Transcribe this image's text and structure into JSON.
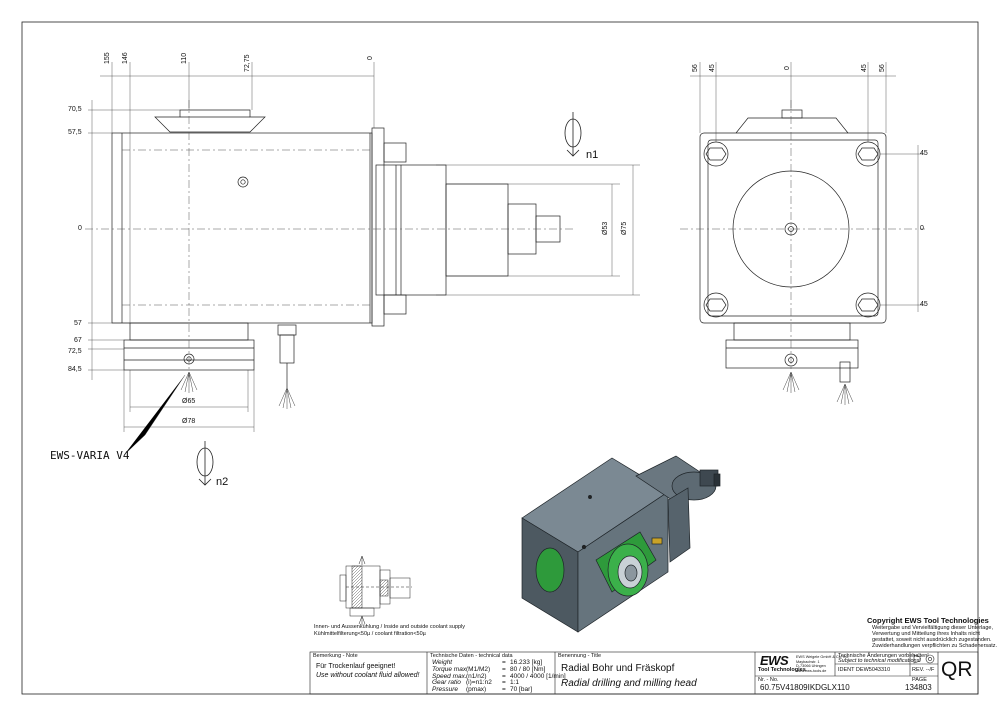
{
  "views": {
    "side": {
      "top_ticks": [
        "155",
        "146",
        "110",
        "72,75",
        "0"
      ],
      "left_ticks": [
        "70,5",
        "57,5",
        "0",
        "57",
        "67",
        "72,5",
        "84,5"
      ],
      "diameters": [
        "Ø53",
        "Ø75",
        "Ø65",
        "Ø78"
      ],
      "tool_label": "EWS-VARIA V4",
      "rotation_top": "n1",
      "rotation_bottom": "n2"
    },
    "front": {
      "top_ticks": [
        "56",
        "45",
        "0",
        "45",
        "56"
      ],
      "right_ticks": [
        "45",
        "0",
        "45"
      ]
    }
  },
  "coolant_note": {
    "line1": "Innen- und Aussenkühlung / Inside and outside coolant supply",
    "line2": "Kühlmittelfilterung<50µ / coolant filtration<50µ"
  },
  "copyright": {
    "line1": "Copyright EWS Tool Technologies",
    "lines": [
      "Weitergabe und Vervielfältigung dieser Unterlage,",
      "Verwertung und Mitteilung ihres Inhalts nicht",
      "gestattet, soweit nicht ausdrücklich zugestanden.",
      "Zuwiderhandlungen verpflichten zu Schadenersatz."
    ]
  },
  "title_block": {
    "note_header": "Bemerkung - Note",
    "note_de": "Für Trockenlauf geeignet!",
    "note_en": "Use without coolant fluid allowed!",
    "tech_header": "Technische Daten - technical data",
    "specs": [
      {
        "label": "Weight",
        "unit": "",
        "eq": "=",
        "value": "16.233 [kg]"
      },
      {
        "label": "Torque max",
        "unit": "(M1/M2)",
        "eq": "=",
        "value": "80 / 80 [Nm]"
      },
      {
        "label": "Speed max.",
        "unit": "(n1/n2)",
        "eq": "=",
        "value": "4000 / 4000 [1/min]"
      },
      {
        "label": "Gear ratio",
        "unit": "(i)=n1:n2",
        "eq": "=",
        "value": "1:1"
      },
      {
        "label": "Pressure",
        "unit": "(pmax)",
        "eq": "=",
        "value": "70 [bar]"
      }
    ],
    "title_header": "Benennung - Title",
    "title_de": "Radial Bohr und Fräskopf",
    "title_en": "Radial drilling and milling head",
    "logo_text": "EWS",
    "logo_sub": "Tool Technologies",
    "company_lines": [
      "EWS Weigele GmbH & Co. KG",
      "Maybachstr. 1",
      "D-73066 Uhingen",
      "www.ews-tools.de"
    ],
    "changes_line1": "Technische Änderungen vorbehalten!",
    "changes_line2": "Subject to technical modifications!",
    "ident": "IDENT  DEW5043310",
    "rev": "REV.  --/F",
    "no_label": "Nr. - No.",
    "part_no": "60.75V41809IKDGLX110",
    "pages_label": "PAGE",
    "drawing_no": "134803",
    "qr": "QR"
  },
  "colors": {
    "line": "#222222",
    "dash": "#555555",
    "body_gray": "#5f6b74",
    "accent_green": "#2e9a3b"
  }
}
